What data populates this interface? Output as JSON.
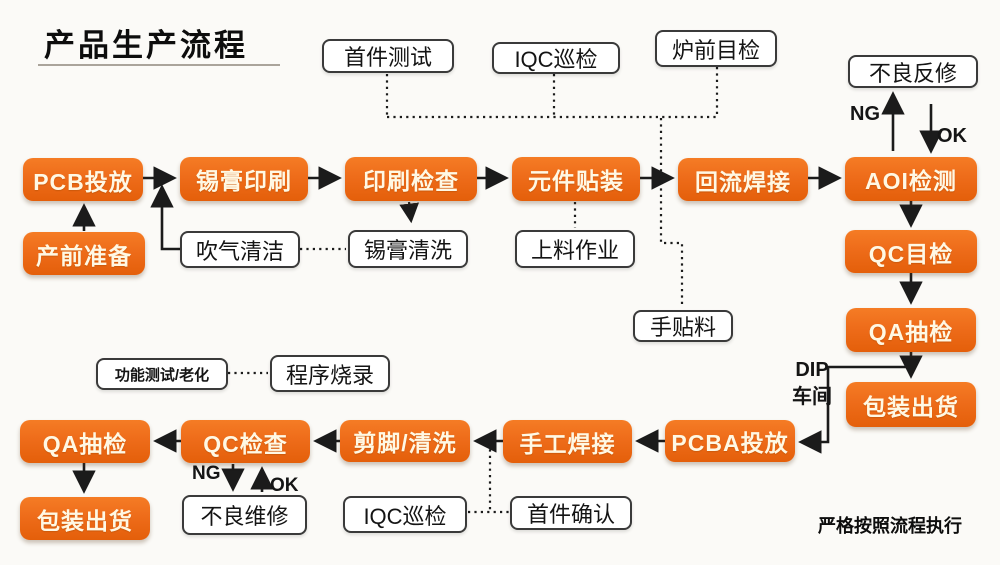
{
  "title": "产品生产流程",
  "footer_note": "严格按照流程执行",
  "labels": {
    "ng_top": "NG",
    "ok_top": "OK",
    "ng_bottom": "NG",
    "ok_bottom": "OK",
    "dip_workshop": "DIP车间"
  },
  "nodes": {
    "first_article_test": "首件测试",
    "iqc_patrol_top": "IQC巡检",
    "pre_furnace_check": "炉前目检",
    "defect_rework": "不良反修",
    "pcb_launch": "PCB投放",
    "paste_print": "锡膏印刷",
    "print_check": "印刷检查",
    "component_place": "元件贴装",
    "reflow_solder": "回流焊接",
    "aoi_check": "AOI检测",
    "pre_production": "产前准备",
    "air_clean": "吹气清洁",
    "paste_clean": "锡膏清洗",
    "material_loading": "上料作业",
    "qc_visual": "QC目检",
    "qa_sampling_right": "QA抽检",
    "packing_right": "包装出货",
    "hand_paste": "手贴料",
    "function_test_aging": "功能测试/老化",
    "program_burn": "程序烧录",
    "qa_sampling_bottom": "QA抽检",
    "qc_check": "QC检查",
    "trim_clean": "剪脚/清洗",
    "hand_solder": "手工焊接",
    "pcba_launch": "PCBA投放",
    "packing_bottom": "包装出货",
    "defect_repair": "不良维修",
    "iqc_patrol_bottom": "IQC巡检",
    "first_article_confirm": "首件确认"
  },
  "colors": {
    "primary_box": "#ee6c1a",
    "primary_text": "#fff8e4",
    "aux_border": "#3a3a3a",
    "line": "#1b1b1b",
    "background": "#fbfaf7"
  }
}
